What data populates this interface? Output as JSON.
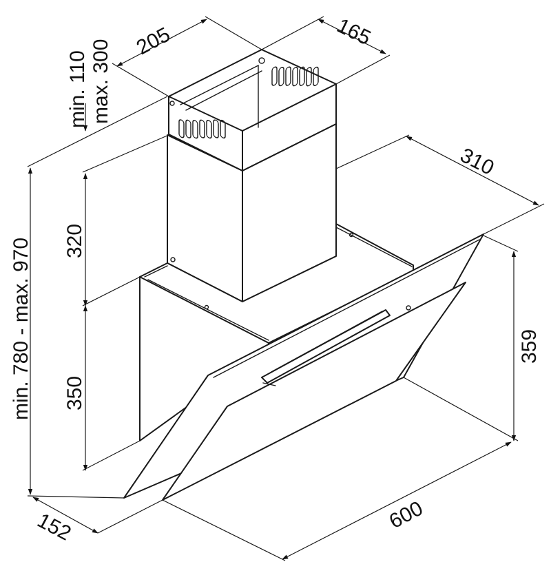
{
  "diagram": {
    "dimensions": {
      "chimney_width": "205",
      "chimney_depth": "165",
      "chimney_adjust_min": "min. 110",
      "chimney_adjust_max": "max. 300",
      "chimney_height": "320",
      "total_height": "min. 780 - max. 970",
      "body_height": "350",
      "depth": "310",
      "front_height": "359",
      "wall_depth": "152",
      "width": "600"
    }
  }
}
